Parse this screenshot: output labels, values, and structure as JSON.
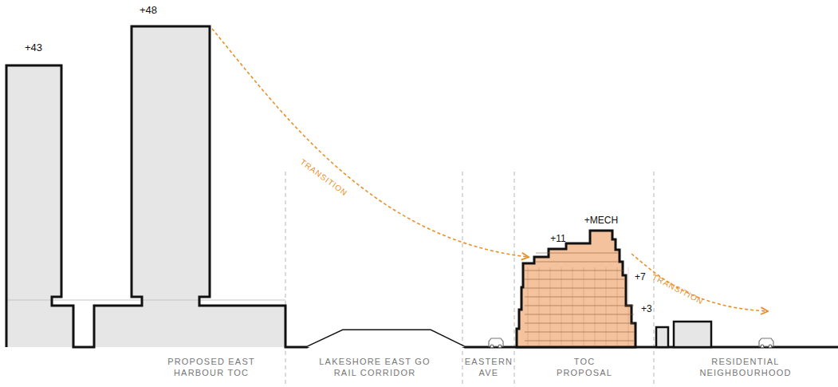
{
  "diagram": {
    "labels": [
      "+43",
      "+48",
      "TRANSITION",
      "+MECH",
      "+11",
      "+7",
      "+3",
      "TRANSITION",
      "PROPOSED EAST HARBOUR TOC",
      "LAKESHORE EAST GO RAIL CORRIDOR",
      "EASTERN AVE",
      "TOC PROPOSAL",
      "RESIDENTIAL NEIGHBOURHOOD"
    ]
  }
}
